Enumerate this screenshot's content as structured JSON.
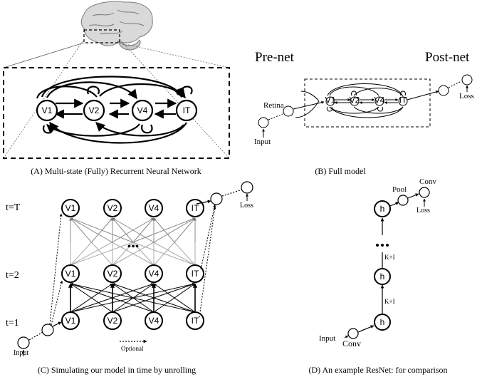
{
  "panels": {
    "A": {
      "caption": "(A) Multi-state (Fully) Recurrent Neural Network",
      "nodes": [
        "V1",
        "V2",
        "V4",
        "IT"
      ]
    },
    "B": {
      "caption": "(B) Full model",
      "pre_net": "Pre-net",
      "post_net": "Post-net",
      "retina": "Retina",
      "input": "Input",
      "loss": "Loss",
      "nodes": [
        "V1",
        "V2",
        "V4",
        "IT"
      ]
    },
    "C": {
      "caption": "(C) Simulating our model in time by unrolling",
      "time_labels": [
        "t=T",
        "t=2",
        "t=1"
      ],
      "nodes": [
        "V1",
        "V2",
        "V4",
        "IT"
      ],
      "ellipsis": "•••",
      "input": "Input",
      "loss": "Loss",
      "optional": "Optional"
    },
    "D": {
      "caption": "(D) An example ResNet: for comparison",
      "h": "h",
      "pool": "Pool",
      "conv_top": "Conv",
      "loss": "Loss",
      "k1_upper": "K+I",
      "k1_lower": "K+I",
      "ellipsis": "•",
      "input": "Input",
      "conv_bottom": "Conv"
    }
  },
  "colors": {
    "line": "#000000",
    "brain_gray": "#9a9a9a",
    "grid_gray": "#8c8c8c"
  }
}
